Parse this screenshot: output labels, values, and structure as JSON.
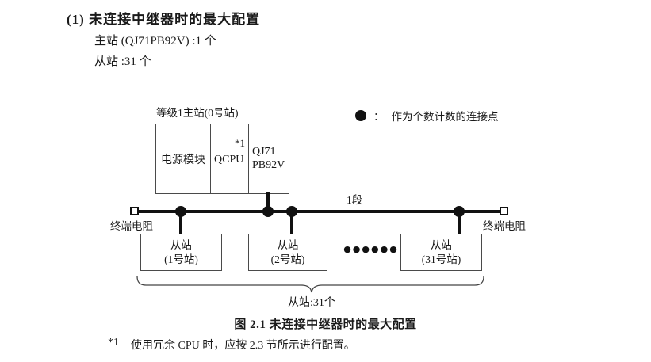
{
  "header": {
    "title": "(1) 未连接中继器时的最大配置",
    "master_line": "主站 (QJ71PB92V) :1 个",
    "slave_line": "从站 :31 个"
  },
  "legend": {
    "dot_icon": "filled-circle",
    "separator": "：",
    "text": "作为个数计数的连接点"
  },
  "diagram": {
    "master_station_label": "等级1主站(0号站)",
    "modules": {
      "power": "电源模块",
      "cpu": "QCPU",
      "cpu_note": "*1",
      "network_line1": "QJ71",
      "network_line2": "PB92V"
    },
    "segment_label": "1段",
    "terminator_left": "终端电阻",
    "terminator_right": "终端电阻",
    "slaves": [
      {
        "name": "从站",
        "station": "(1号站)"
      },
      {
        "name": "从站",
        "station": "(2号站)"
      },
      {
        "name": "从站",
        "station": "(31号站)"
      }
    ],
    "ellipsis": "●●●●●●",
    "slave_count": "从站:31个"
  },
  "caption": "图 2.1 未连接中继器时的最大配置",
  "footnote": {
    "marker": "*1",
    "text": "使用冗余 CPU 时，应按 2.3 节所示进行配置。"
  },
  "colors": {
    "ink": "#1a1a1a",
    "line": "#111111",
    "border": "#4a4a4a",
    "background": "#ffffff"
  }
}
